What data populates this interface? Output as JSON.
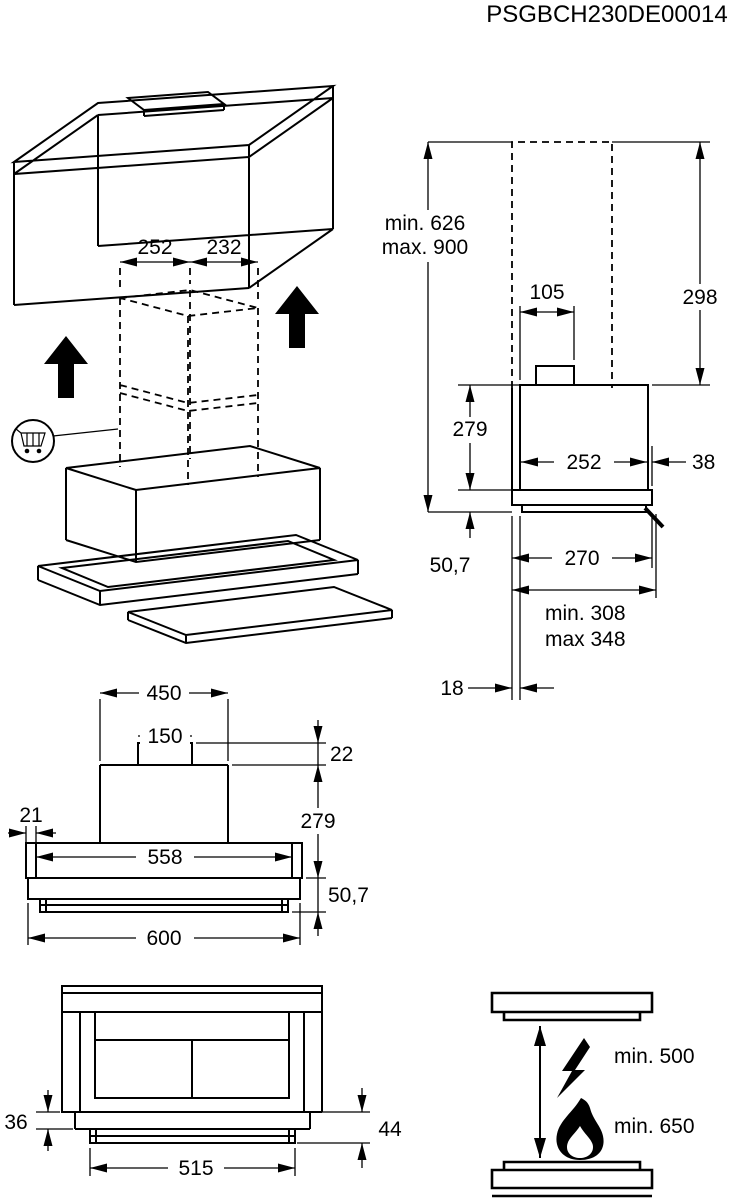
{
  "title": "PSGBCH230DE00014",
  "iso_view": {
    "dim_duct_left": "252",
    "dim_duct_right": "232"
  },
  "side_view": {
    "height_min": "min. 626",
    "height_max": "max. 900",
    "dim_collar_offset": "105",
    "dim_chimney": "298",
    "dim_body_height": "279",
    "dim_body_depth": "252",
    "dim_front": "38",
    "dim_frame_height": "50,7",
    "dim_frame_depth": "270",
    "depth_min": "min. 308",
    "depth_max": "max 348",
    "dim_wall_gap": "18"
  },
  "front_view": {
    "dim_housing_width": "450",
    "dim_collar_width": "150",
    "dim_collar_height": "22",
    "dim_body_height": "279",
    "dim_side_step": "21",
    "dim_inner_width": "558",
    "dim_frame_height": "50,7",
    "dim_total_width": "600"
  },
  "cabinet_view": {
    "dim_frame_drop": "36",
    "dim_visor_drop": "44",
    "dim_visor_width": "515"
  },
  "clearance_view": {
    "electric": "min. 500",
    "gas": "min. 650"
  }
}
